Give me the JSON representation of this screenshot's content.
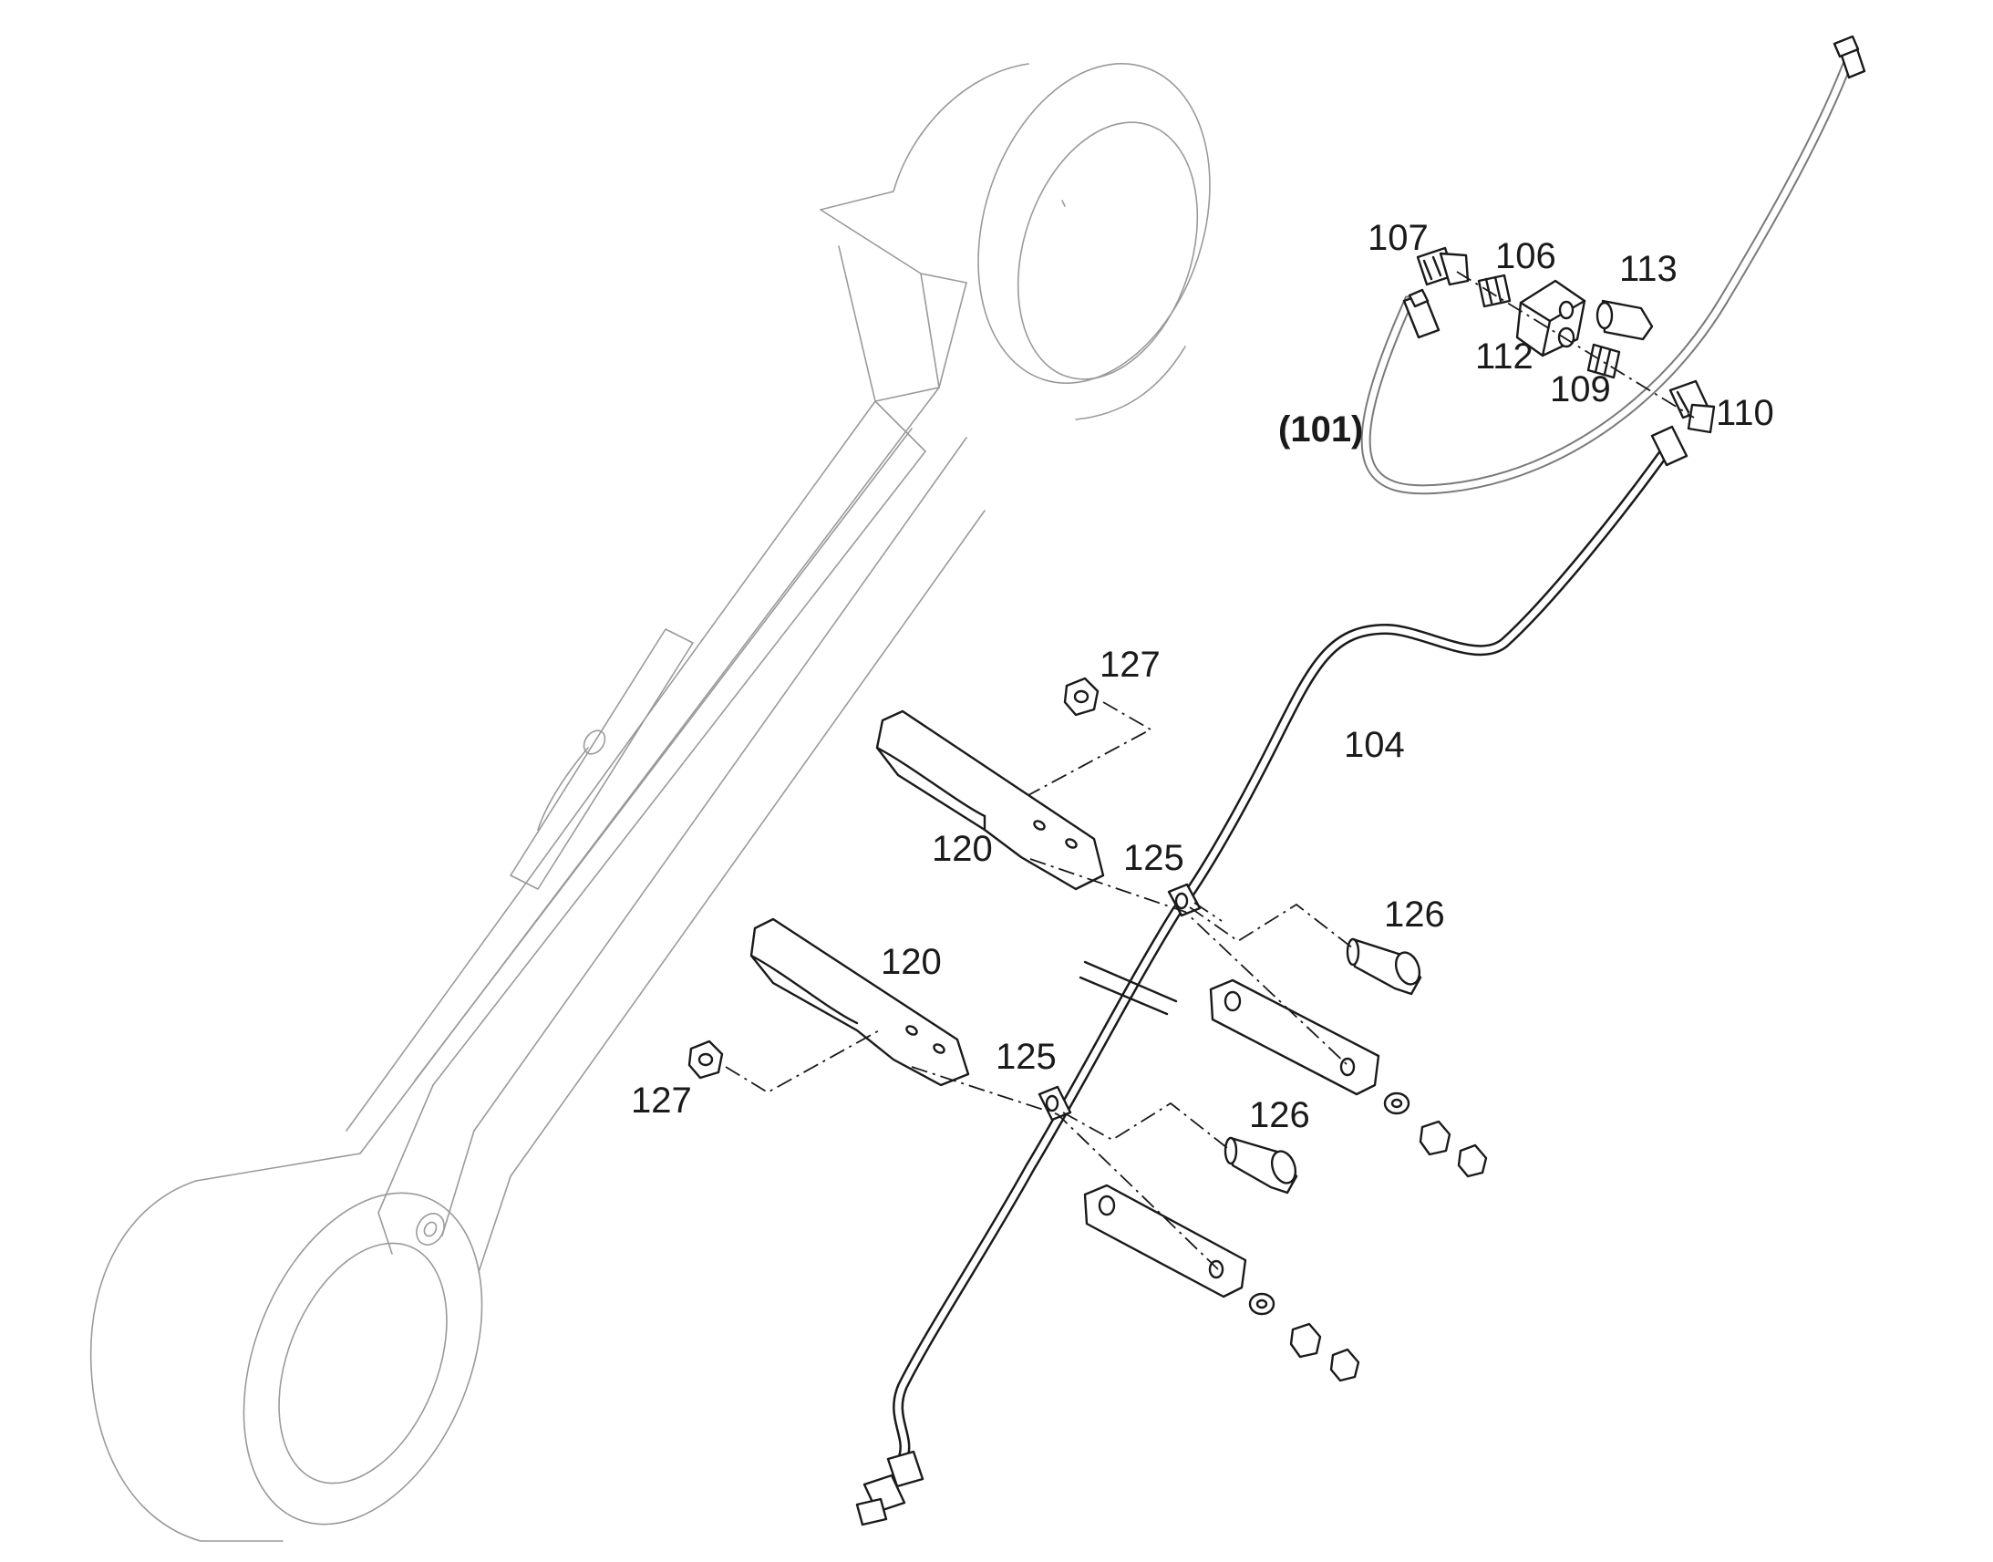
{
  "drawing": {
    "callouts": [
      {
        "id": "assembly",
        "text": "(101)",
        "bold": true
      },
      {
        "id": "p107",
        "text": "107"
      },
      {
        "id": "p106",
        "text": "106"
      },
      {
        "id": "p113",
        "text": "113"
      },
      {
        "id": "p112",
        "text": "112"
      },
      {
        "id": "p109",
        "text": "109"
      },
      {
        "id": "p110",
        "text": "110"
      },
      {
        "id": "p104",
        "text": "104"
      },
      {
        "id": "p127a",
        "text": "127"
      },
      {
        "id": "p120a",
        "text": "120"
      },
      {
        "id": "p125a",
        "text": "125"
      },
      {
        "id": "p126a",
        "text": "126"
      },
      {
        "id": "p120b",
        "text": "120"
      },
      {
        "id": "p125b",
        "text": "125"
      },
      {
        "id": "p127b",
        "text": "127"
      },
      {
        "id": "p126b",
        "text": "126"
      }
    ]
  },
  "colors": {
    "line": "#1a1a1a",
    "ghost_line": "#9a9a9a",
    "background": "#ffffff"
  }
}
